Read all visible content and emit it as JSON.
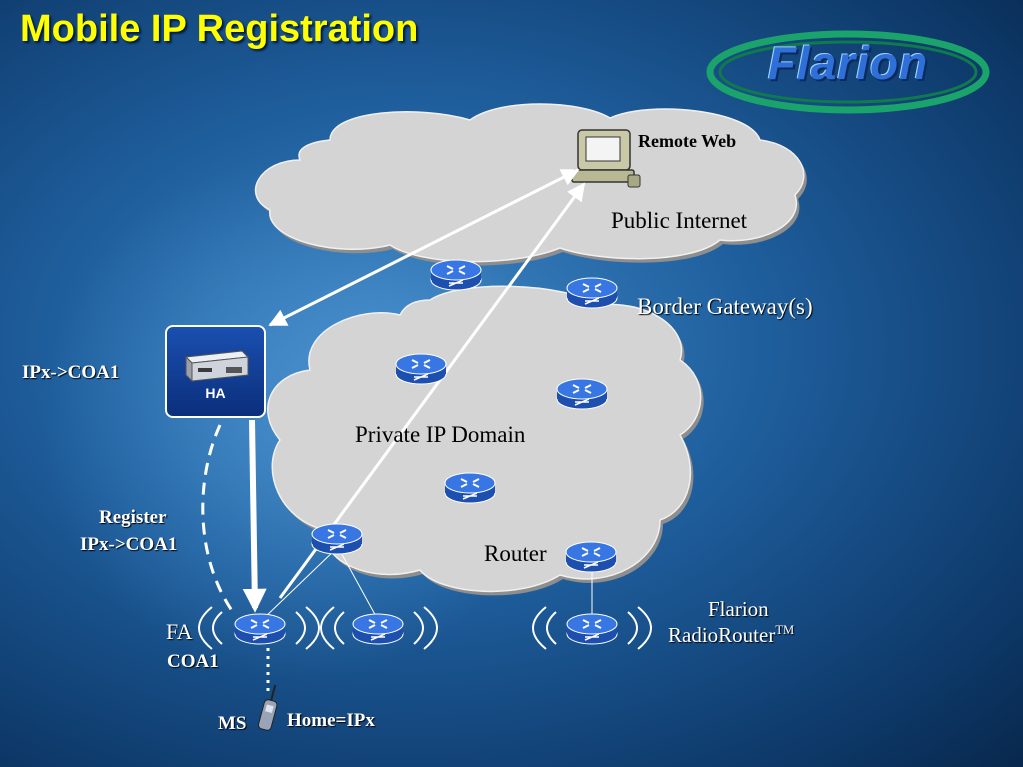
{
  "title": "Mobile IP Registration",
  "logo_text": "Flarion",
  "labels": {
    "remote_web": "Remote Web",
    "public_internet": "Public Internet",
    "border_gateways": "Border Gateway(s)",
    "ha_binding": "IPx->COA1",
    "ha": "HA",
    "private_domain": "Private IP Domain",
    "register_line1": "Register",
    "register_line2": "IPx->COA1",
    "router": "Router",
    "fa": "FA",
    "coa1": "COA1",
    "flarion_line1": "Flarion",
    "flarion_line2": "RadioRouter",
    "trademark": "TM",
    "ms": "MS",
    "home": "Home=IPx"
  },
  "colors": {
    "title": "#ffff00",
    "cloud": "#d4d4d4",
    "router": "#2f6ad6",
    "arrow": "#ffffff"
  }
}
